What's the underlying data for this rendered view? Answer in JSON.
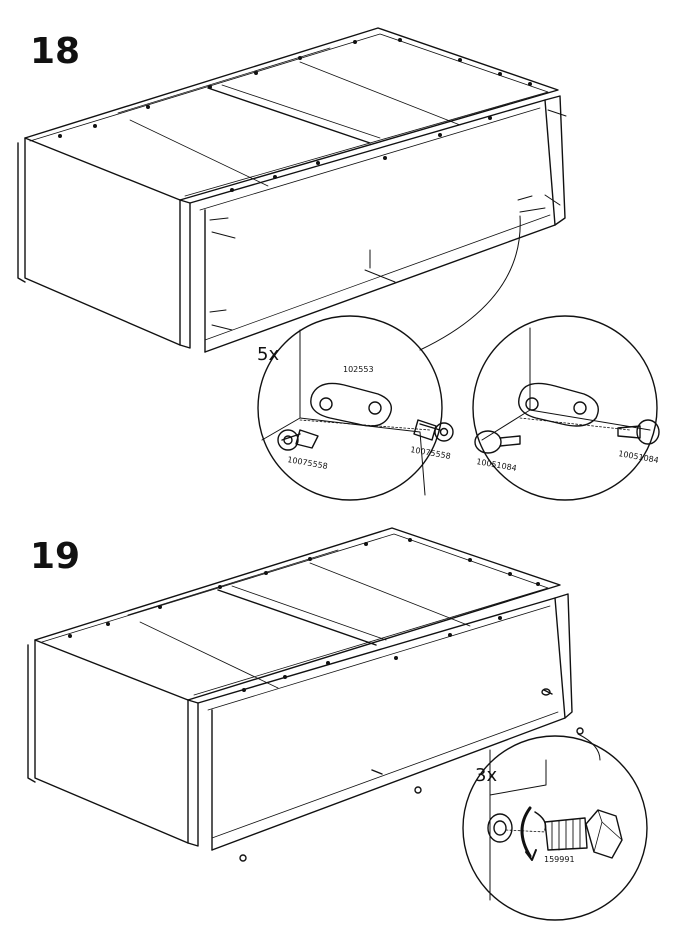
{
  "steps": [
    {
      "number": "18",
      "quantity": "5x",
      "parts": {
        "plate": "102553",
        "dowel_left": "10075558",
        "dowel_right": "10075558",
        "pin_left": "10051084",
        "pin_right": "10051084"
      }
    },
    {
      "number": "19",
      "quantity": "3x",
      "parts": {
        "screw": "159991"
      }
    }
  ],
  "colors": {
    "line": "#111111",
    "background": "#ffffff"
  }
}
